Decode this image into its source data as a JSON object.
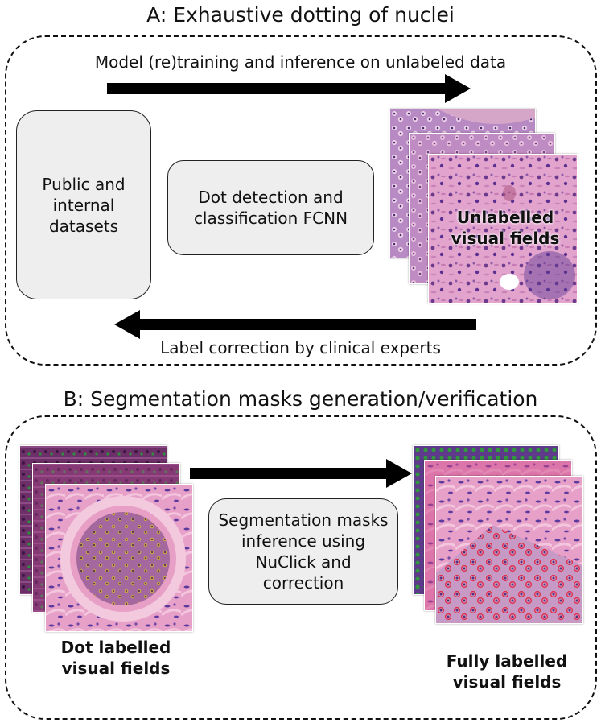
{
  "section_a": {
    "title": "A: Exhaustive dotting of nuclei",
    "top_arrow_label": "Model (re)training and inference on unlabeled data",
    "bottom_arrow_label": "Label correction by clinical experts",
    "datasets_box": "Public and internal datasets",
    "fcnn_box": "Dot detection and classification FCNN",
    "unlabelled_label": "Unlabelled visual fields"
  },
  "section_b": {
    "title": "B: Segmentation masks generation/verification",
    "nuclick_box": "Segmentation masks inference using NuClick and correction",
    "dot_labelled_label": "Dot labelled visual fields",
    "fully_labelled_label": "Fully labelled visual fields"
  },
  "colors": {
    "tissue_pink": "#d98fc0",
    "tissue_purple": "#8a4b8f",
    "dark_purple": "#4a1f4f",
    "box_fill": "#eeeeee"
  }
}
